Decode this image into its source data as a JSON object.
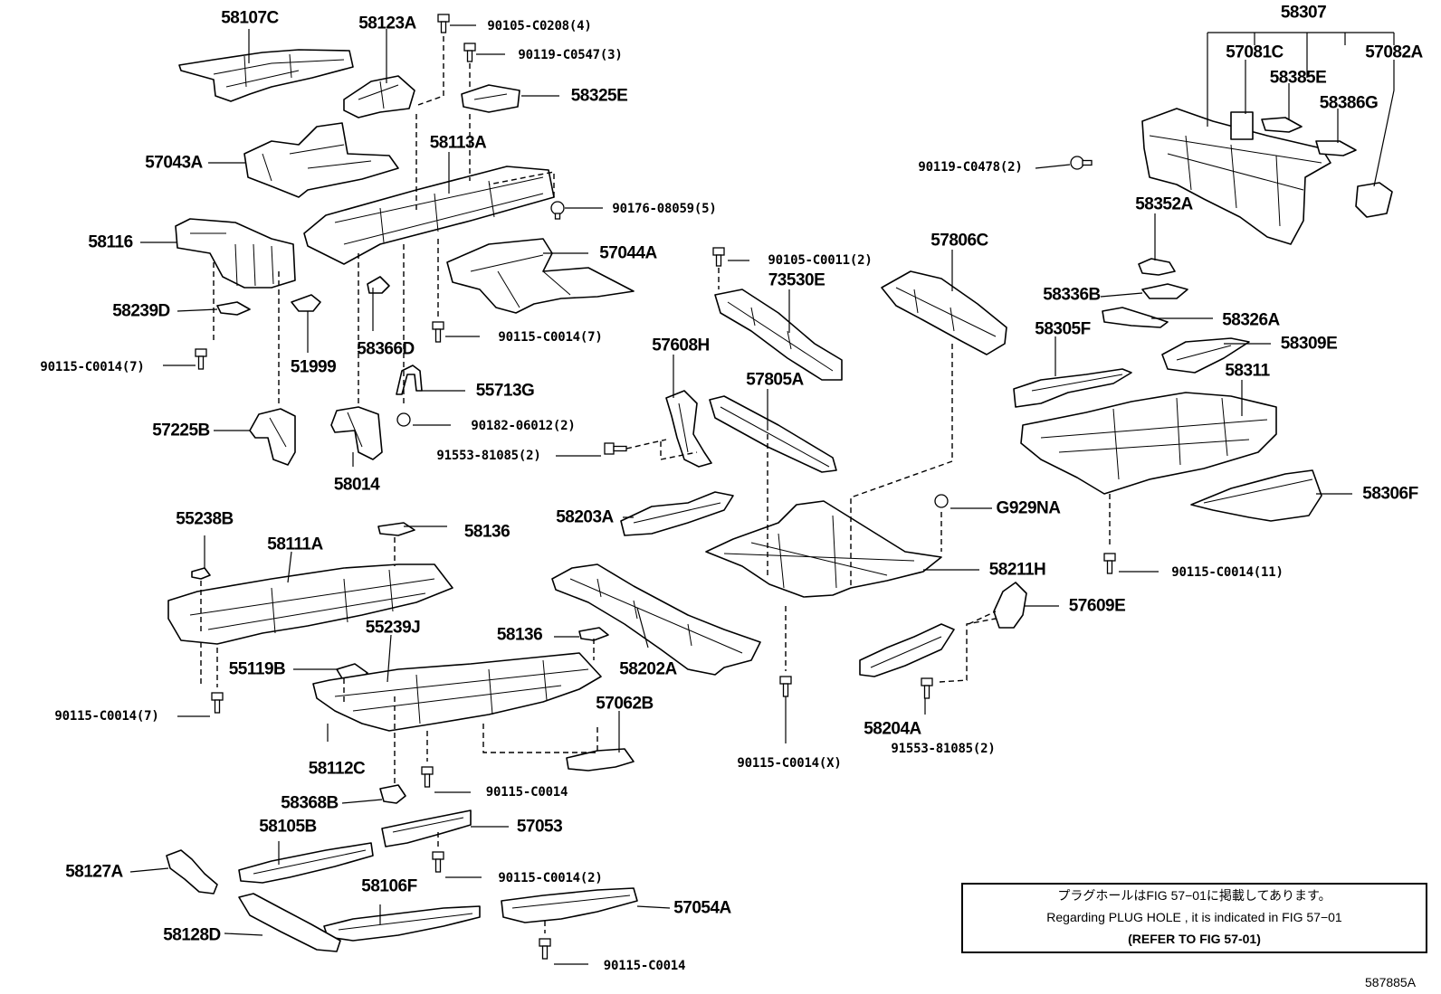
{
  "diagram": {
    "labels": [
      {
        "id": "l1",
        "text": "58107C"
      },
      {
        "id": "l2",
        "text": "58123A"
      },
      {
        "id": "l3",
        "text": "90105-C0208(4)"
      },
      {
        "id": "l4",
        "text": "90119-C0547(3)"
      },
      {
        "id": "l5",
        "text": "58325E"
      },
      {
        "id": "l6",
        "text": "57043A"
      },
      {
        "id": "l7",
        "text": "58113A"
      },
      {
        "id": "l8",
        "text": "90176-08059(5)"
      },
      {
        "id": "l9",
        "text": "58116"
      },
      {
        "id": "l10",
        "text": "57044A"
      },
      {
        "id": "l11",
        "text": "58239D"
      },
      {
        "id": "l12",
        "text": "90115-C0014(7)"
      },
      {
        "id": "l13",
        "text": "90115-C0014(7)"
      },
      {
        "id": "l14",
        "text": "51999"
      },
      {
        "id": "l15",
        "text": "58366D"
      },
      {
        "id": "l16",
        "text": "55713G"
      },
      {
        "id": "l17",
        "text": "57225B"
      },
      {
        "id": "l18",
        "text": "90182-06012(2)"
      },
      {
        "id": "l19",
        "text": "58014"
      },
      {
        "id": "l20",
        "text": "91553-81085(2)"
      },
      {
        "id": "l21",
        "text": "90105-C0011(2)"
      },
      {
        "id": "l22",
        "text": "73530E"
      },
      {
        "id": "l23",
        "text": "57608H"
      },
      {
        "id": "l24",
        "text": "57805A"
      },
      {
        "id": "l25",
        "text": "57806C"
      },
      {
        "id": "l26",
        "text": "58307"
      },
      {
        "id": "l27",
        "text": "57081C"
      },
      {
        "id": "l28",
        "text": "57082A"
      },
      {
        "id": "l29",
        "text": "58385E"
      },
      {
        "id": "l30",
        "text": "58386G"
      },
      {
        "id": "l31",
        "text": "90119-C0478(2)"
      },
      {
        "id": "l32",
        "text": "58352A"
      },
      {
        "id": "l33",
        "text": "58336B"
      },
      {
        "id": "l34",
        "text": "58326A"
      },
      {
        "id": "l35",
        "text": "58305F"
      },
      {
        "id": "l36",
        "text": "58309E"
      },
      {
        "id": "l37",
        "text": "58311"
      },
      {
        "id": "l38",
        "text": "58306F"
      },
      {
        "id": "l39",
        "text": "90115-C0014(11)"
      },
      {
        "id": "l40",
        "text": "G929NA"
      },
      {
        "id": "l41",
        "text": "58211H"
      },
      {
        "id": "l42",
        "text": "57609E"
      },
      {
        "id": "l43",
        "text": "58204A"
      },
      {
        "id": "l44",
        "text": "91553-81085(2)"
      },
      {
        "id": "l45",
        "text": "90115-C0014(X)"
      },
      {
        "id": "l46",
        "text": "58203A"
      },
      {
        "id": "l47",
        "text": "58202A"
      },
      {
        "id": "l48",
        "text": "58136"
      },
      {
        "id": "l49",
        "text": "57062B"
      },
      {
        "id": "l50",
        "text": "55238B"
      },
      {
        "id": "l51",
        "text": "58111A"
      },
      {
        "id": "l52",
        "text": "58136"
      },
      {
        "id": "l53",
        "text": "55239J"
      },
      {
        "id": "l54",
        "text": "55119B"
      },
      {
        "id": "l55",
        "text": "90115-C0014(7)"
      },
      {
        "id": "l56",
        "text": "58112C"
      },
      {
        "id": "l57",
        "text": "90115-C0014"
      },
      {
        "id": "l58",
        "text": "58368B"
      },
      {
        "id": "l59",
        "text": "58105B"
      },
      {
        "id": "l60",
        "text": "57053"
      },
      {
        "id": "l61",
        "text": "58127A"
      },
      {
        "id": "l62",
        "text": "90115-C0014(2)"
      },
      {
        "id": "l63",
        "text": "58106F"
      },
      {
        "id": "l64",
        "text": "57054A"
      },
      {
        "id": "l65",
        "text": "58128D"
      },
      {
        "id": "l66",
        "text": "90115-C0014"
      }
    ],
    "note": {
      "line1": "プラグホールはFIG 57−01に掲載してあります。",
      "line2": "Regarding  PLUG  HOLE , it is indicated in FIG  57−01",
      "line3": "(REFER TO FIG 57-01)"
    },
    "diagram_id": "587885A"
  }
}
